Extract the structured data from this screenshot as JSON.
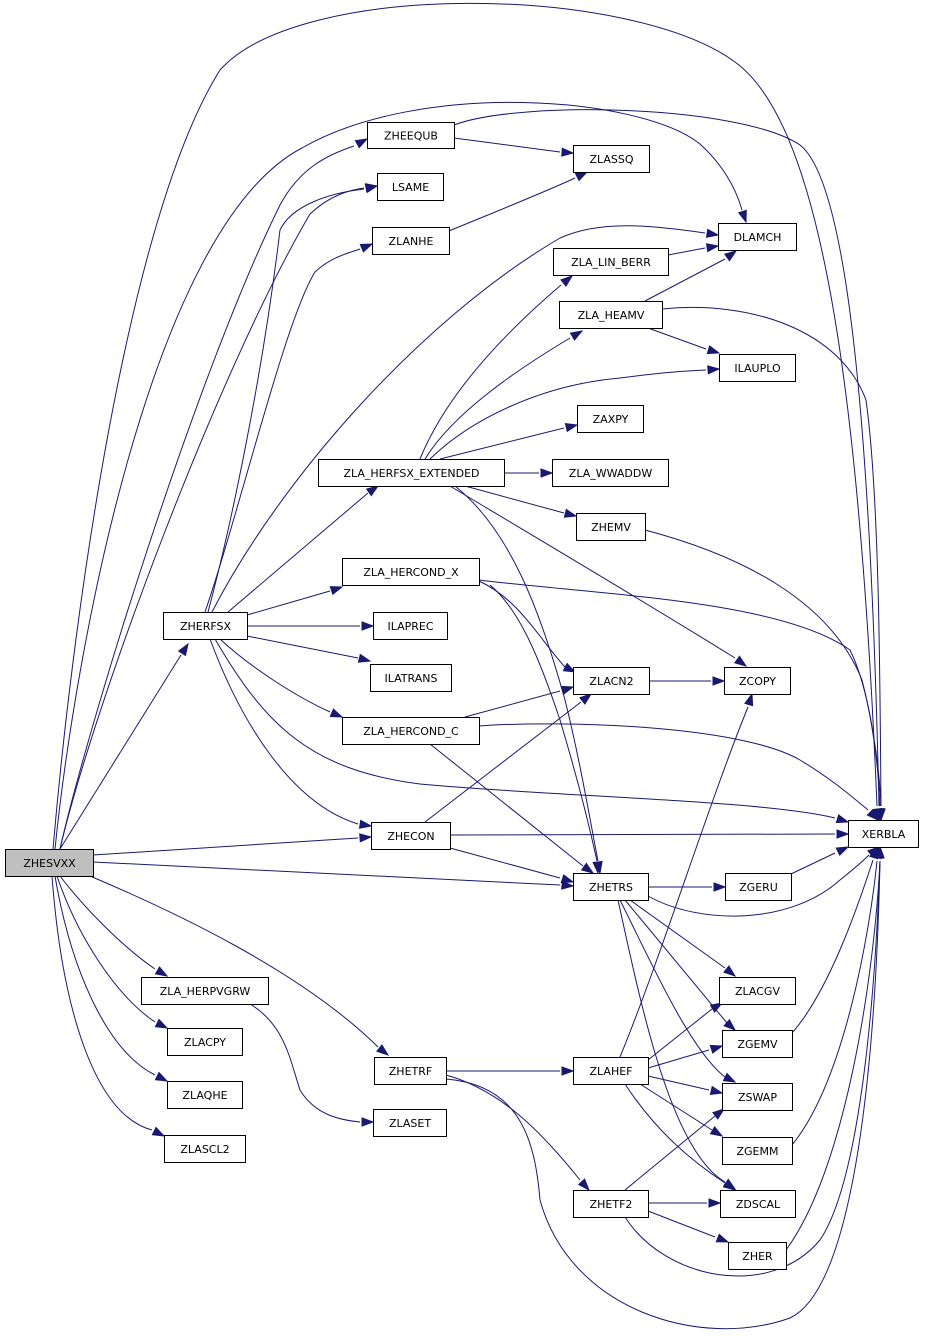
{
  "graph": {
    "root": "ZHESVXX",
    "colors": {
      "edge": "#191970",
      "root_fill": "#bfbfbf",
      "node_fill": "#ffffff",
      "border": "#000000"
    },
    "nodes": [
      {
        "id": "ZHESVXX",
        "label": "ZHESVXX"
      },
      {
        "id": "ZHEEQUB",
        "label": "ZHEEQUB"
      },
      {
        "id": "ZLASSQ",
        "label": "ZLASSQ"
      },
      {
        "id": "LSAME",
        "label": "LSAME"
      },
      {
        "id": "ZLANHE",
        "label": "ZLANHE"
      },
      {
        "id": "DLAMCH",
        "label": "DLAMCH"
      },
      {
        "id": "ZLA_LIN_BERR",
        "label": "ZLA_LIN_BERR"
      },
      {
        "id": "ZLA_HEAMV",
        "label": "ZLA_HEAMV"
      },
      {
        "id": "ILAUPLO",
        "label": "ILAUPLO"
      },
      {
        "id": "ZAXPY",
        "label": "ZAXPY"
      },
      {
        "id": "ZLA_HERFSX_EXTENDED",
        "label": "ZLA_HERFSX_EXTENDED"
      },
      {
        "id": "ZLA_WWADDW",
        "label": "ZLA_WWADDW"
      },
      {
        "id": "ZHEMV",
        "label": "ZHEMV"
      },
      {
        "id": "ZLA_HERCOND_X",
        "label": "ZLA_HERCOND_X"
      },
      {
        "id": "ZHERFSX",
        "label": "ZHERFSX"
      },
      {
        "id": "ILAPREC",
        "label": "ILAPREC"
      },
      {
        "id": "ILATRANS",
        "label": "ILATRANS"
      },
      {
        "id": "ZLACN2",
        "label": "ZLACN2"
      },
      {
        "id": "ZCOPY",
        "label": "ZCOPY"
      },
      {
        "id": "ZLA_HERCOND_C",
        "label": "ZLA_HERCOND_C"
      },
      {
        "id": "ZHECON",
        "label": "ZHECON"
      },
      {
        "id": "XERBLA",
        "label": "XERBLA"
      },
      {
        "id": "ZHETRS",
        "label": "ZHETRS"
      },
      {
        "id": "ZGERU",
        "label": "ZGERU"
      },
      {
        "id": "ZLA_HERPVGRW",
        "label": "ZLA_HERPVGRW"
      },
      {
        "id": "ZLACGV",
        "label": "ZLACGV"
      },
      {
        "id": "ZLACPY",
        "label": "ZLACPY"
      },
      {
        "id": "ZGEMV",
        "label": "ZGEMV"
      },
      {
        "id": "ZHETRF",
        "label": "ZHETRF"
      },
      {
        "id": "ZLAHEF",
        "label": "ZLAHEF"
      },
      {
        "id": "ZLAQHE",
        "label": "ZLAQHE"
      },
      {
        "id": "ZSWAP",
        "label": "ZSWAP"
      },
      {
        "id": "ZLASET",
        "label": "ZLASET"
      },
      {
        "id": "ZGEMM",
        "label": "ZGEMM"
      },
      {
        "id": "ZLASCL2",
        "label": "ZLASCL2"
      },
      {
        "id": "ZHETF2",
        "label": "ZHETF2"
      },
      {
        "id": "ZDSCAL",
        "label": "ZDSCAL"
      },
      {
        "id": "ZHER",
        "label": "ZHER"
      }
    ],
    "edges": [
      [
        "ZHESVXX",
        "ZHEEQUB"
      ],
      [
        "ZHESVXX",
        "LSAME"
      ],
      [
        "ZHESVXX",
        "DLAMCH"
      ],
      [
        "ZHESVXX",
        "XERBLA"
      ],
      [
        "ZHESVXX",
        "ZHERFSX"
      ],
      [
        "ZHESVXX",
        "ZHECON"
      ],
      [
        "ZHESVXX",
        "ZHETRS"
      ],
      [
        "ZHESVXX",
        "ZLA_HERPVGRW"
      ],
      [
        "ZHESVXX",
        "ZHETRF"
      ],
      [
        "ZHESVXX",
        "ZLACPY"
      ],
      [
        "ZHESVXX",
        "ZLAQHE"
      ],
      [
        "ZHESVXX",
        "ZLASCL2"
      ],
      [
        "ZHEEQUB",
        "ZLASSQ"
      ],
      [
        "ZHEEQUB",
        "XERBLA"
      ],
      [
        "ZLANHE",
        "ZLASSQ"
      ],
      [
        "ZHERFSX",
        "LSAME"
      ],
      [
        "ZHERFSX",
        "ZLANHE"
      ],
      [
        "ZHERFSX",
        "DLAMCH"
      ],
      [
        "ZHERFSX",
        "ZLA_HERFSX_EXTENDED"
      ],
      [
        "ZHERFSX",
        "ZLA_HERCOND_X"
      ],
      [
        "ZHERFSX",
        "ILAPREC"
      ],
      [
        "ZHERFSX",
        "ILATRANS"
      ],
      [
        "ZHERFSX",
        "ZLA_HERCOND_C"
      ],
      [
        "ZHERFSX",
        "ZHECON"
      ],
      [
        "ZHERFSX",
        "XERBLA"
      ],
      [
        "ZLA_HERFSX_EXTENDED",
        "ZLA_LIN_BERR"
      ],
      [
        "ZLA_HERFSX_EXTENDED",
        "ZLA_HEAMV"
      ],
      [
        "ZLA_HERFSX_EXTENDED",
        "ILAUPLO"
      ],
      [
        "ZLA_HERFSX_EXTENDED",
        "ZAXPY"
      ],
      [
        "ZLA_HERFSX_EXTENDED",
        "ZLA_WWADDW"
      ],
      [
        "ZLA_HERFSX_EXTENDED",
        "ZHEMV"
      ],
      [
        "ZLA_HERFSX_EXTENDED",
        "ZCOPY"
      ],
      [
        "ZLA_HERFSX_EXTENDED",
        "ZHETRS"
      ],
      [
        "ZLA_LIN_BERR",
        "DLAMCH"
      ],
      [
        "ZLA_HEAMV",
        "DLAMCH"
      ],
      [
        "ZLA_HEAMV",
        "ILAUPLO"
      ],
      [
        "ZLA_HEAMV",
        "XERBLA"
      ],
      [
        "ZHEMV",
        "XERBLA"
      ],
      [
        "ZLA_HERCOND_X",
        "ZLACN2"
      ],
      [
        "ZLA_HERCOND_X",
        "ZHETRS"
      ],
      [
        "ZLA_HERCOND_X",
        "XERBLA"
      ],
      [
        "ZLA_HERCOND_C",
        "ZLACN2"
      ],
      [
        "ZLA_HERCOND_C",
        "ZHETRS"
      ],
      [
        "ZLA_HERCOND_C",
        "XERBLA"
      ],
      [
        "ZLACN2",
        "ZCOPY"
      ],
      [
        "ZHECON",
        "ZLACN2"
      ],
      [
        "ZHECON",
        "XERBLA"
      ],
      [
        "ZHECON",
        "ZHETRS"
      ],
      [
        "ZHETRS",
        "ZGERU"
      ],
      [
        "ZHETRS",
        "XERBLA"
      ],
      [
        "ZHETRS",
        "ZLACGV"
      ],
      [
        "ZHETRS",
        "ZGEMV"
      ],
      [
        "ZHETRS",
        "ZSWAP"
      ],
      [
        "ZHETRS",
        "ZDSCAL"
      ],
      [
        "ZGERU",
        "XERBLA"
      ],
      [
        "ZGEMV",
        "XERBLA"
      ],
      [
        "ZGEMM",
        "XERBLA"
      ],
      [
        "ZHER",
        "XERBLA"
      ],
      [
        "ZLA_HERPVGRW",
        "ZLASET"
      ],
      [
        "ZHETRF",
        "ZLAHEF"
      ],
      [
        "ZHETRF",
        "ZHETF2"
      ],
      [
        "ZHETRF",
        "XERBLA"
      ],
      [
        "ZLAHEF",
        "ZCOPY"
      ],
      [
        "ZLAHEF",
        "ZLACGV"
      ],
      [
        "ZLAHEF",
        "ZGEMV"
      ],
      [
        "ZLAHEF",
        "ZSWAP"
      ],
      [
        "ZLAHEF",
        "ZGEMM"
      ],
      [
        "ZLAHEF",
        "ZDSCAL"
      ],
      [
        "ZHETF2",
        "ZSWAP"
      ],
      [
        "ZHETF2",
        "ZDSCAL"
      ],
      [
        "ZHETF2",
        "ZHER"
      ],
      [
        "ZHETF2",
        "XERBLA"
      ]
    ]
  }
}
